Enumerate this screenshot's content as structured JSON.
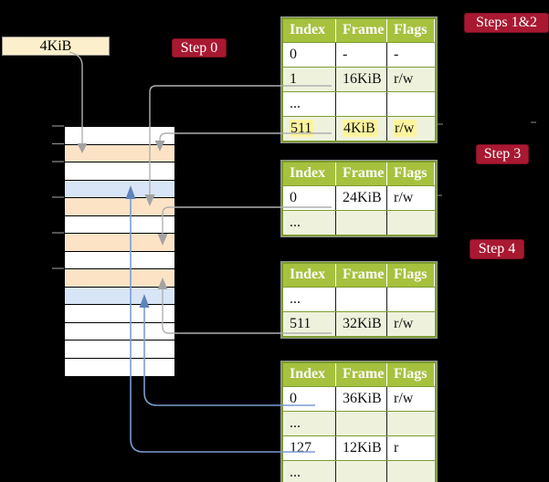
{
  "frame_box": {
    "label": "4KiB"
  },
  "badges": {
    "step0": "Step 0",
    "steps12": "Steps 1&2",
    "step3": "Step 3",
    "step4": "Step 4"
  },
  "memory": {
    "rows": [
      "white",
      "peach",
      "white",
      "blue",
      "peach",
      "white",
      "peach",
      "white",
      "peach",
      "blue",
      "white",
      "white",
      "white",
      "white"
    ]
  },
  "tables": [
    {
      "name": "page-table-level4",
      "headers": [
        "Index",
        "Frame",
        "Flags"
      ],
      "rows": [
        {
          "cells": [
            "0",
            "-",
            "-"
          ],
          "shaded": false,
          "highlight": false
        },
        {
          "cells": [
            "1",
            "16KiB",
            "r/w"
          ],
          "shaded": true,
          "highlight": false
        },
        {
          "cells": [
            "...",
            "",
            ""
          ],
          "shaded": false,
          "highlight": false
        },
        {
          "cells": [
            "511",
            "4KiB",
            "r/w"
          ],
          "shaded": true,
          "highlight": true
        }
      ]
    },
    {
      "name": "page-table-level3",
      "headers": [
        "Index",
        "Frame",
        "Flags"
      ],
      "rows": [
        {
          "cells": [
            "0",
            "24KiB",
            "r/w"
          ],
          "shaded": false,
          "highlight": false
        },
        {
          "cells": [
            "...",
            "",
            ""
          ],
          "shaded": true,
          "highlight": false
        }
      ]
    },
    {
      "name": "page-table-level2",
      "headers": [
        "Index",
        "Frame",
        "Flags"
      ],
      "rows": [
        {
          "cells": [
            "...",
            "",
            ""
          ],
          "shaded": false,
          "highlight": false
        },
        {
          "cells": [
            "511",
            "32KiB",
            "r/w"
          ],
          "shaded": true,
          "highlight": false
        }
      ]
    },
    {
      "name": "page-table-level1",
      "headers": [
        "Index",
        "Frame",
        "Flags"
      ],
      "rows": [
        {
          "cells": [
            "0",
            "36KiB",
            "r/w"
          ],
          "shaded": false,
          "highlight": false
        },
        {
          "cells": [
            "...",
            "",
            ""
          ],
          "shaded": true,
          "highlight": false
        },
        {
          "cells": [
            "127",
            "12KiB",
            "r"
          ],
          "shaded": false,
          "highlight": false
        },
        {
          "cells": [
            "...",
            "",
            ""
          ],
          "shaded": true,
          "highlight": false
        }
      ]
    }
  ],
  "colors": {
    "background": "#000000",
    "frame_box_bg": "#fcefcc",
    "memory_peach": "#fde3c6",
    "memory_blue": "#d8e5f6",
    "table_header_bg": "#a6c13d",
    "table_border": "#7e9c31",
    "table_alt_row": "#eef2dd",
    "highlight_yellow": "#fdf49e",
    "badge_red": "#a81931",
    "gray_arrow": "#b0b0b0",
    "blue_arrow": "#7b9cd1"
  }
}
